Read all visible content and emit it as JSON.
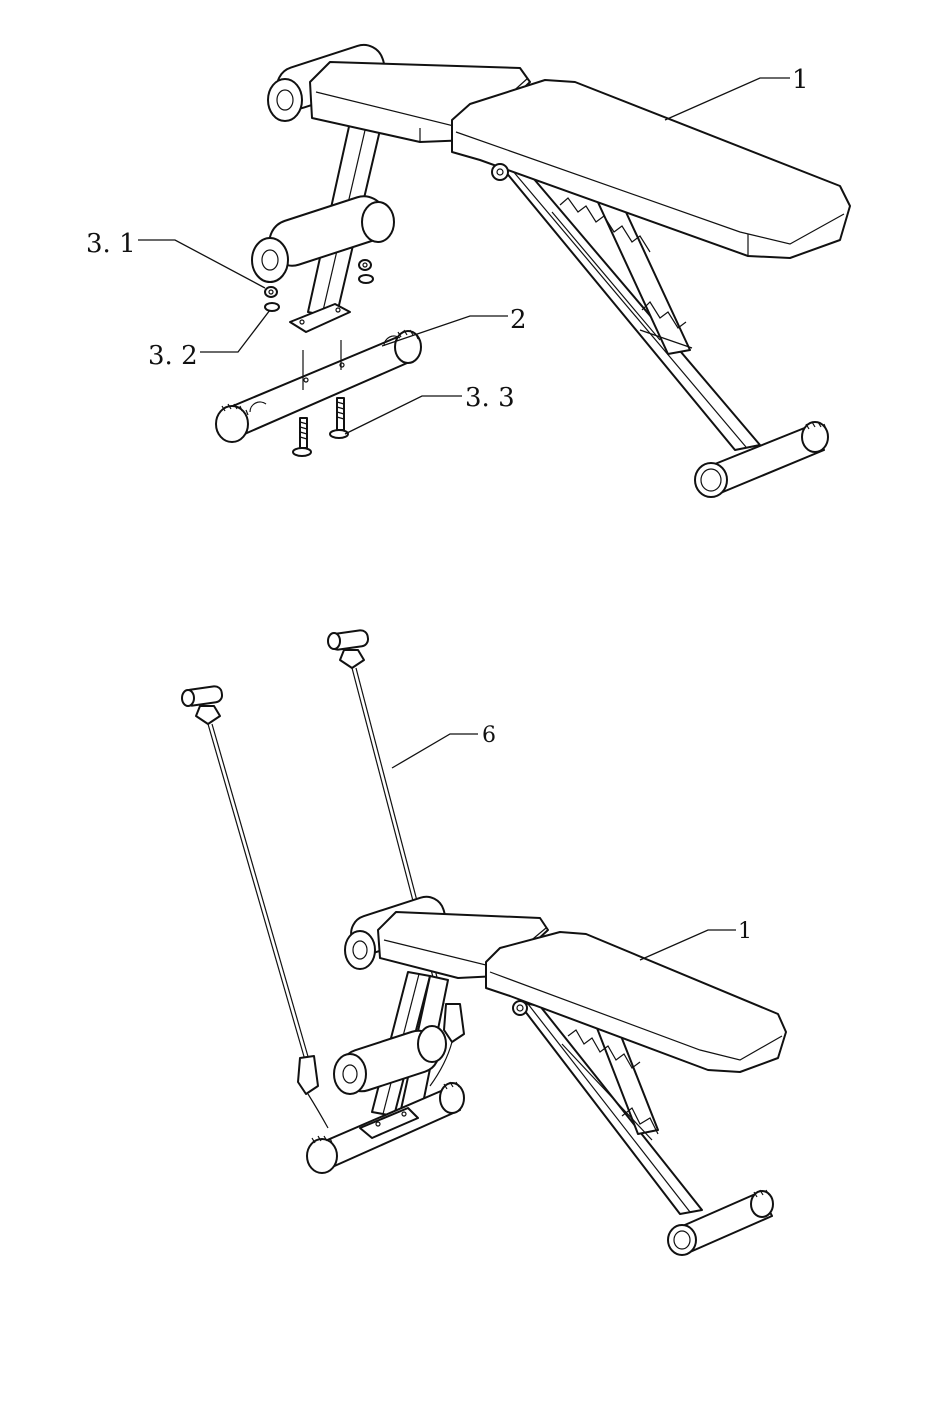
{
  "diagram_top": {
    "labels": {
      "bench": "1",
      "foot_tube": "2",
      "nut": "3. 1",
      "washer": "3. 2",
      "bolt": "3. 3"
    }
  },
  "diagram_bottom": {
    "labels": {
      "resistance_cord": "6",
      "bench": "1"
    }
  }
}
